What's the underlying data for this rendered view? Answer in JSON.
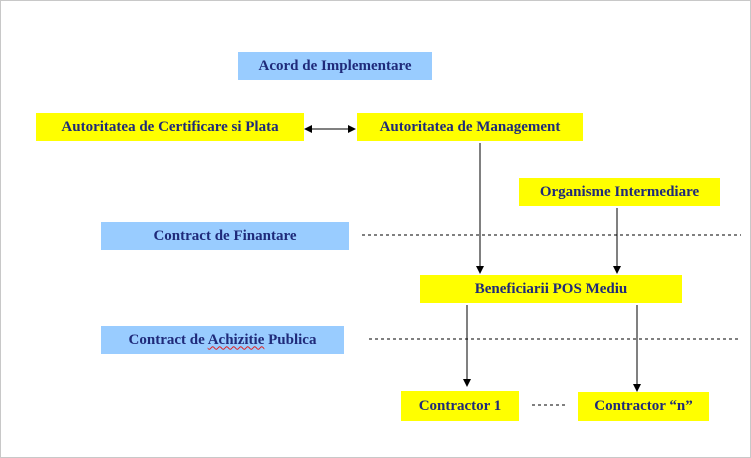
{
  "diagram": {
    "nodes": {
      "acord": "Acord de Implementare",
      "acp": "Autoritatea de Certificare si Plata",
      "am": "Autoritatea de Management",
      "oi": "Organisme Intermediare",
      "finantare": "Contract de Finantare",
      "beneficiarii": "Beneficiarii POS Mediu",
      "achizitie_pre": "Contract de ",
      "achizitie_word": "Achizitie",
      "achizitie_post": " Publica",
      "contractor1": "Contractor 1",
      "contractorn": "Contractor “n”"
    },
    "edges": [
      {
        "from": "acp",
        "to": "am",
        "style": "double-arrow"
      },
      {
        "from": "am",
        "to": "beneficiarii",
        "style": "arrow"
      },
      {
        "from": "oi",
        "to": "beneficiarii",
        "style": "arrow"
      },
      {
        "from": "beneficiarii",
        "to": "contractor1",
        "style": "arrow"
      },
      {
        "from": "beneficiarii",
        "to": "contractorn",
        "style": "arrow"
      },
      {
        "from": "contractor1",
        "to": "contractorn",
        "style": "dashed"
      }
    ],
    "colors": {
      "yellow_box": "#ffff00",
      "blue_box": "#99ccff",
      "text": "#1f2a7a",
      "line": "#000000"
    }
  }
}
